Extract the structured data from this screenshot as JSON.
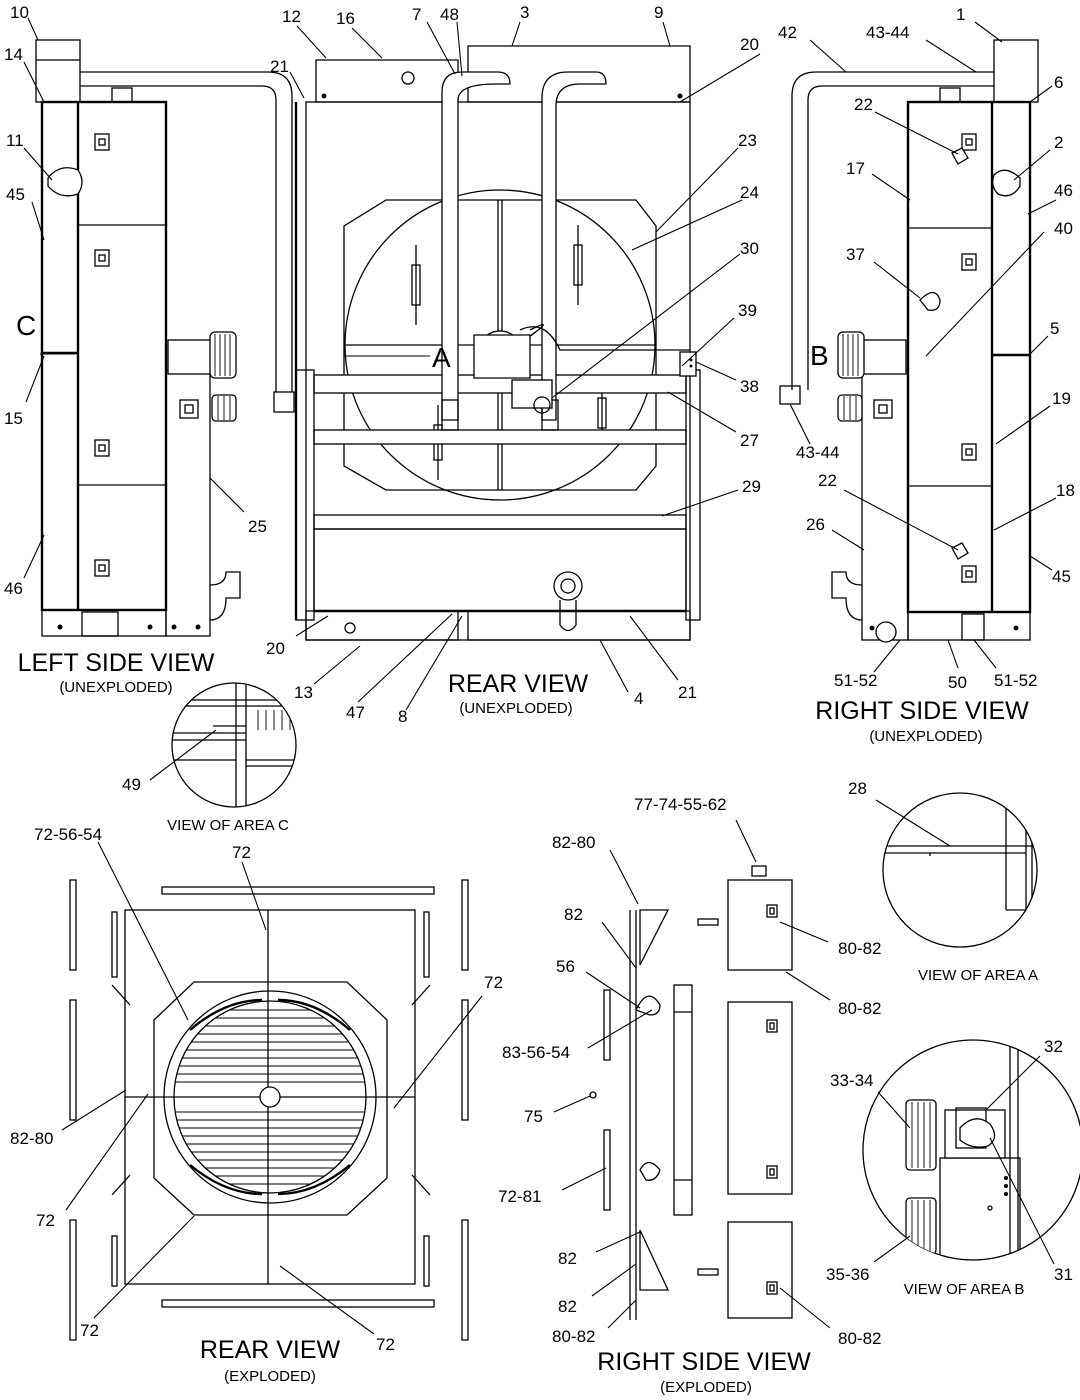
{
  "views": {
    "left_side": {
      "title": "LEFT SIDE VIEW",
      "sub": "(UNEXPLODED)"
    },
    "rear": {
      "title": "REAR VIEW",
      "sub": "(UNEXPLODED)"
    },
    "right_side": {
      "title": "RIGHT SIDE VIEW",
      "sub": "(UNEXPLODED)"
    },
    "area_c": {
      "title": "VIEW OF AREA C"
    },
    "area_a": {
      "title": "VIEW OF AREA A"
    },
    "area_b": {
      "title": "VIEW OF AREA B"
    },
    "rear_exploded": {
      "title": "REAR VIEW",
      "sub": "(EXPLODED)"
    },
    "right_exploded": {
      "title": "RIGHT SIDE VIEW",
      "sub": "(EXPLODED)"
    }
  },
  "area_letters": {
    "a": "A",
    "b": "B",
    "c": "C"
  },
  "callouts": {
    "c10": "10",
    "c14": "14",
    "c11": "11",
    "c45l": "45",
    "c15": "15",
    "c46l": "46",
    "c25": "25",
    "c12": "12",
    "c16": "16",
    "c7": "7",
    "c48": "48",
    "c3": "3",
    "c9": "9",
    "c20t": "20",
    "c21t": "21",
    "c23": "23",
    "c24": "24",
    "c30": "30",
    "c39": "39",
    "c38": "38",
    "c27": "27",
    "c29": "29",
    "c20b": "20",
    "c13": "13",
    "c47": "47",
    "c8": "8",
    "c4": "4",
    "c21b": "21",
    "c1": "1",
    "c42": "42",
    "c4344t": "43-44",
    "c6": "6",
    "c22t": "22",
    "c2": "2",
    "c17": "17",
    "c46r": "46",
    "c40": "40",
    "c37": "37",
    "c5": "5",
    "c4344b": "43-44",
    "c19": "19",
    "c22b": "22",
    "c18": "18",
    "c26": "26",
    "c45r": "45",
    "c5152l": "51-52",
    "c50": "50",
    "c5152r": "51-52",
    "c49": "49",
    "c28": "28",
    "c725654": "72-56-54",
    "c72a": "72",
    "c72b": "72",
    "c8280l": "82-80",
    "c72c": "72",
    "c72d": "72",
    "c72e": "72",
    "c77745562": "77-74-55-62",
    "c8280t": "82-80",
    "c82a": "82",
    "c56": "56",
    "c835654": "83-56-54",
    "c75": "75",
    "c7281": "72-81",
    "c82b": "82",
    "c82c": "82",
    "c8082a": "80-82",
    "c8082b": "80-82",
    "c8082c": "80-82",
    "c8082d": "80-82",
    "c3334": "33-34",
    "c32": "32",
    "c3536": "35-36",
    "c31": "31"
  }
}
